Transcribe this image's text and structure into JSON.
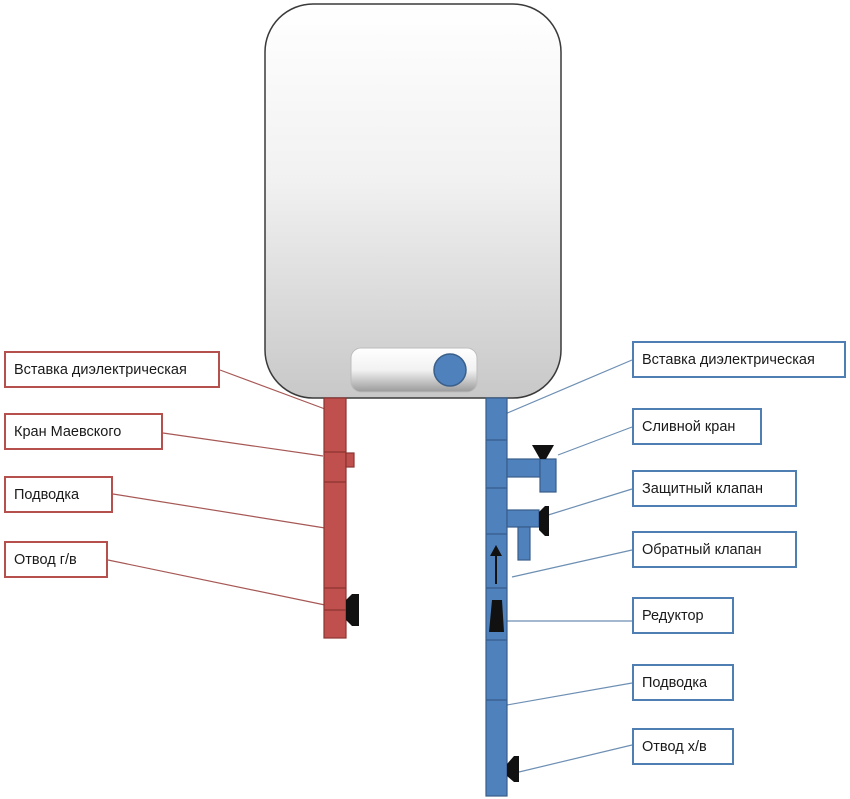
{
  "hot_side": {
    "labels": [
      "Вставка диэлектрическая",
      "Кран Маевского",
      "Подводка",
      "Отвод г/в"
    ]
  },
  "cold_side": {
    "labels": [
      "Вставка диэлектрическая",
      "Сливной кран",
      "Защитный клапан",
      "Обратный клапан",
      "Редуктор",
      "Подводка",
      "Отвод х/в"
    ]
  },
  "colors": {
    "hot_pipe": "#c0504d",
    "cold_pipe": "#4f81bd",
    "hot_border": "#b5504c",
    "cold_border": "#4f7eb3",
    "fitting": "#111111",
    "indicator": "#4f81bd"
  },
  "icons": {
    "flow_direction": "up-arrow-icon"
  }
}
